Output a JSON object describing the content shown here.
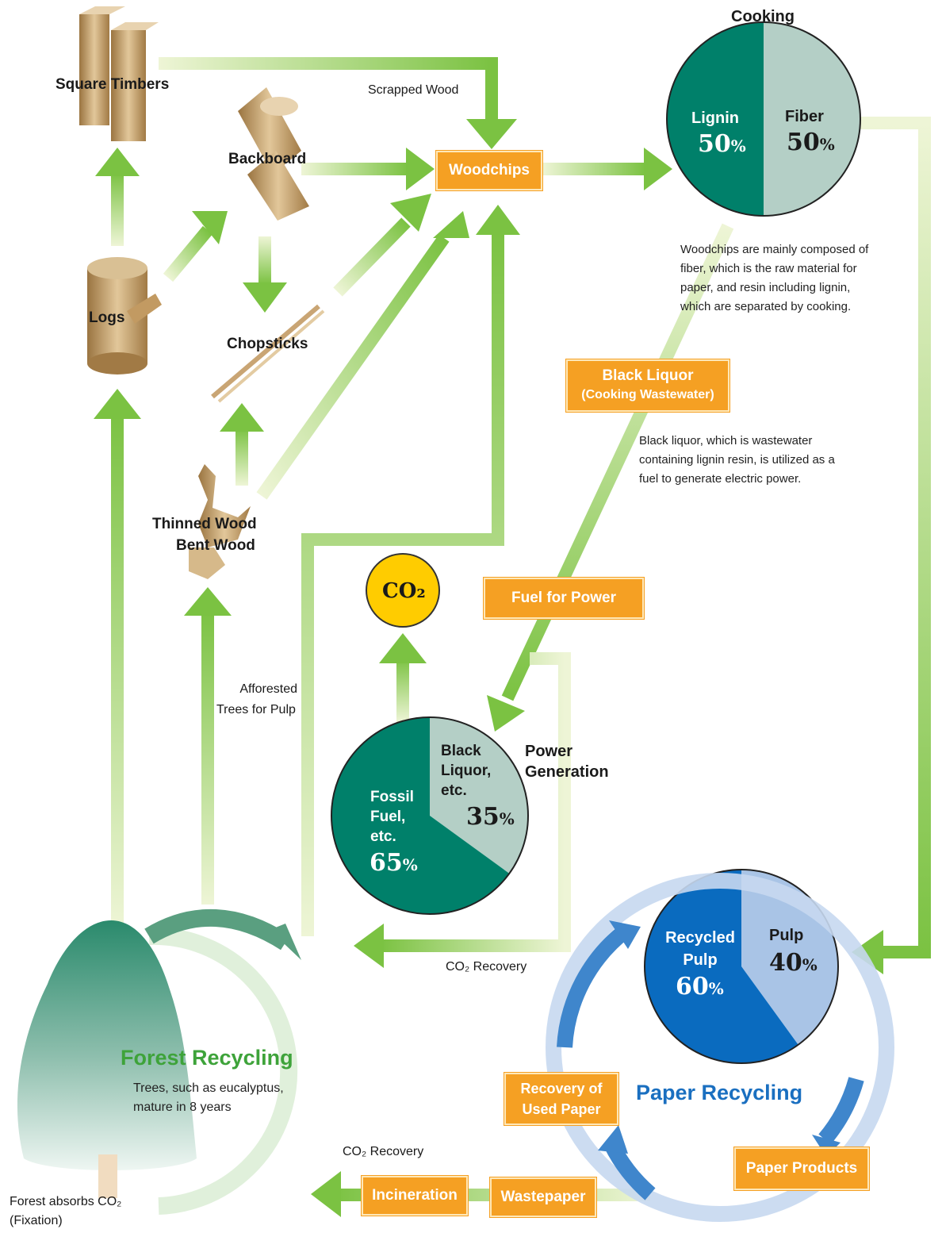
{
  "labels": {
    "square_timbers": "Square Timbers",
    "backboard": "Backboard",
    "logs": "Logs",
    "chopsticks": "Chopsticks",
    "thinned_wood_1": "Thinned Wood",
    "thinned_wood_2": "Bent Wood",
    "scrapped_wood": "Scrapped Wood",
    "afforested_1": "Afforested",
    "afforested_2": "Trees for Pulp",
    "cooking": "Cooking",
    "power_generation_1": "Power",
    "power_generation_2": "Generation",
    "co2_recovery_1": "CO₂ Recovery",
    "co2_recovery_2": "CO₂ Recovery",
    "forest_absorbs_1": "Forest absorbs CO₂",
    "forest_absorbs_2": "(Fixation)",
    "co2_bubble": "CO₂"
  },
  "boxes": {
    "woodchips": "Woodchips",
    "black_liquor_1": "Black Liquor",
    "black_liquor_2": "(Cooking Wastewater)",
    "fuel_for_power": "Fuel for Power",
    "recovery_1": "Recovery of",
    "recovery_2": "Used Paper",
    "paper_products": "Paper Products",
    "incineration": "Incineration",
    "wastepaper": "Wastepaper"
  },
  "notes": {
    "woodchips_note": [
      "Woodchips are mainly composed of",
      "fiber, which is the raw material for",
      "paper, and resin including lignin,",
      "which are separated by cooking."
    ],
    "black_liquor_note": [
      "Black liquor, which is wastewater",
      "containing lignin resin, is utilized as a",
      "fuel to generate electric power."
    ],
    "forest_note": [
      "Trees, such as eucalyptus,",
      "mature in 8 years"
    ]
  },
  "titles": {
    "forest_recycling": "Forest Recycling",
    "paper_recycling": "Paper Recycling"
  },
  "pies": {
    "cooking": {
      "slices": [
        {
          "label": "Lignin",
          "value": 50,
          "pct_text": "50",
          "color": "#00806a"
        },
        {
          "label": "Fiber",
          "value": 50,
          "pct_text": "50",
          "color": "#b4cfc6"
        }
      ]
    },
    "power": {
      "slices": [
        {
          "label_lines": [
            "Fossil",
            "Fuel,",
            "etc."
          ],
          "value": 65,
          "pct_text": "65",
          "color": "#00806a"
        },
        {
          "label_lines": [
            "Black",
            "Liquor,",
            "etc."
          ],
          "value": 35,
          "pct_text": "35",
          "color": "#b4cfc6"
        }
      ]
    },
    "paper": {
      "slices": [
        {
          "label_lines": [
            "Recycled",
            "Pulp"
          ],
          "value": 60,
          "pct_text": "60",
          "color": "#0a6bbf"
        },
        {
          "label": "Pulp",
          "value": 40,
          "pct_text": "40",
          "color": "#a9c4e6"
        }
      ]
    }
  },
  "percent_sign": "%",
  "colors": {
    "arrow_green": "#7bc242",
    "arrow_light": "#e6f0c0",
    "orange": "#f5a023",
    "forest_title": "#3ea33a",
    "paper_title": "#1a6fc0",
    "co2_yellow": "#ffcc00",
    "recycle_blue": "#3f86cc",
    "recycle_light": "#c7d8ef"
  }
}
